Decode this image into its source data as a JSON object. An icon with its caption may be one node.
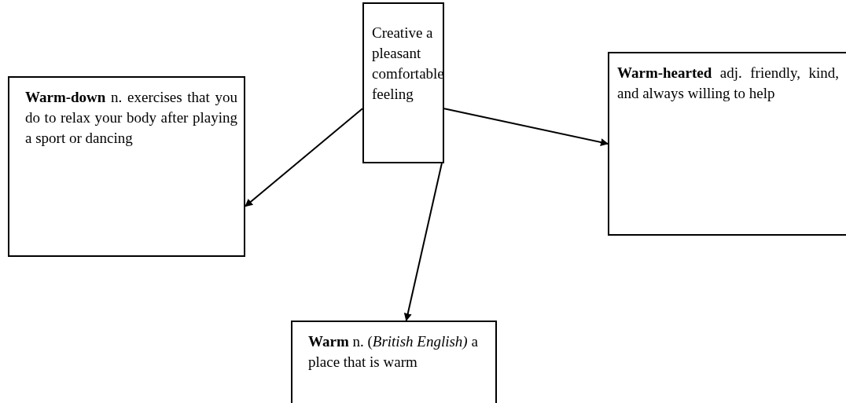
{
  "diagram": {
    "nodes": [
      {
        "text": [
          "Creative a pleasant comfortable feeling"
        ]
      },
      {
        "text": [
          "**Warm-down** n. exercises that you do to relax your body after playing a sport or dancing"
        ]
      },
      {
        "text": [
          "**Warm-hearted** adj. friendly, kind, and always willing to help"
        ]
      },
      {
        "text": [
          "**Warm** n. (*British English)* a place that is warm"
        ]
      }
    ],
    "edges": [
      {
        "from": 0,
        "to": 1,
        "arrow": "to"
      },
      {
        "from": 0,
        "to": 2,
        "arrow": "to"
      },
      {
        "from": 0,
        "to": 3,
        "arrow": "to"
      }
    ]
  }
}
